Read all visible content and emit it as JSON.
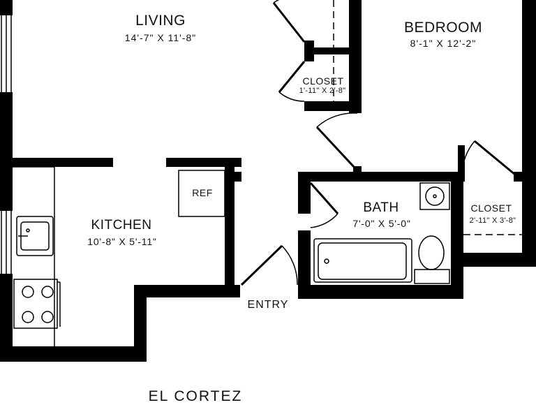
{
  "rooms": {
    "living": {
      "name": "LIVING",
      "dims": "14'-7\" X 11'-8\""
    },
    "bedroom": {
      "name": "BEDROOM",
      "dims": "8'-1\" X 12'-2\""
    },
    "closet1": {
      "name": "CLOSET",
      "dims": "1'-11\" X 2'-8\""
    },
    "kitchen": {
      "name": "KITCHEN",
      "dims": "10'-8\" X 5'-11\""
    },
    "bath": {
      "name": "BATH",
      "dims": "7'-0\" X 5'-0\""
    },
    "closet2": {
      "name": "CLOSET",
      "dims": "2'-11\" X 3'-8\""
    }
  },
  "fixtures": {
    "ref": "REF"
  },
  "entry": "ENTRY",
  "building": "EL CORTEZ"
}
